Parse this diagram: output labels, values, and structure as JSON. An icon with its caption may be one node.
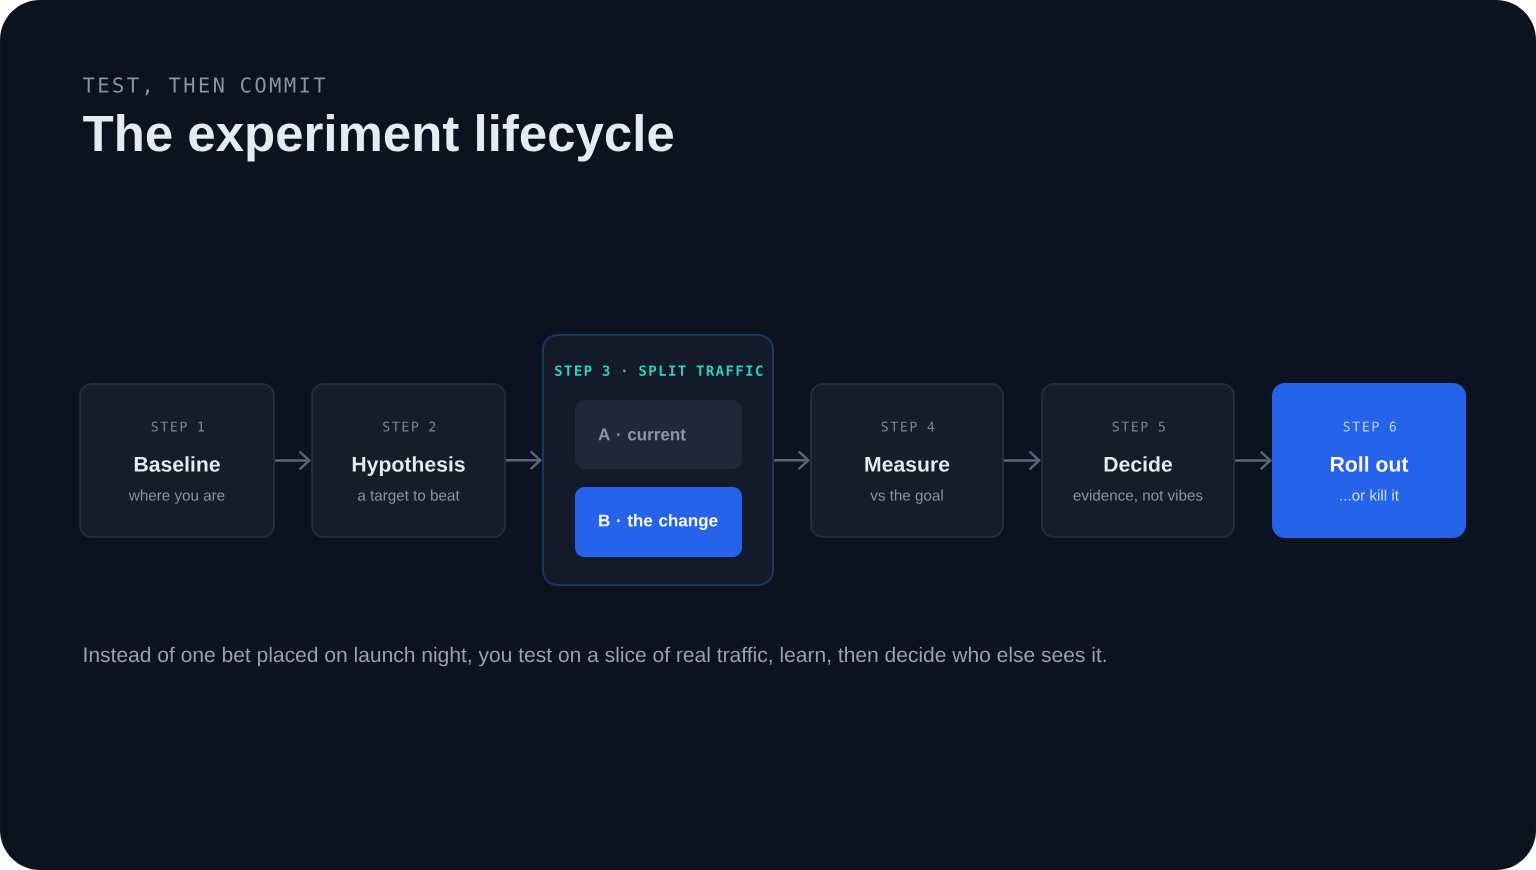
{
  "diagram": {
    "title": "The experiment lifecycle",
    "caption": "Instead of one bet placed on launch night, you test on a slice of real traffic, learn, then decide who else sees it.",
    "nodes": [
      {
        "text": [
          "STEP 1",
          "Baseline",
          "where you are"
        ]
      },
      {
        "text": [
          "STEP 2",
          "Hypothesis",
          "a target to beat"
        ]
      },
      {
        "text": [
          "STEP 3 · SPLIT TRAFFIC"
        ]
      },
      {
        "text": [
          "A · current"
        ],
        "in": 2
      },
      {
        "text": [
          "B · the change"
        ],
        "in": 2
      },
      {
        "text": [
          "STEP 4",
          "Measure",
          "vs the goal"
        ]
      },
      {
        "text": [
          "STEP 5",
          "Decide",
          "evidence, not vibes"
        ]
      },
      {
        "text": [
          "STEP 6",
          "Roll out",
          "...or kill it"
        ]
      }
    ],
    "edges": [
      {
        "from": 0,
        "to": 1,
        "arrow": "to"
      },
      {
        "from": 1,
        "to": 2,
        "arrow": "to"
      },
      {
        "from": 2,
        "to": 5,
        "arrow": "to"
      },
      {
        "from": 5,
        "to": 6,
        "arrow": "to"
      },
      {
        "from": 6,
        "to": 7,
        "arrow": "to"
      }
    ],
    "labels": [
      "TEST, THEN COMMIT"
    ]
  }
}
